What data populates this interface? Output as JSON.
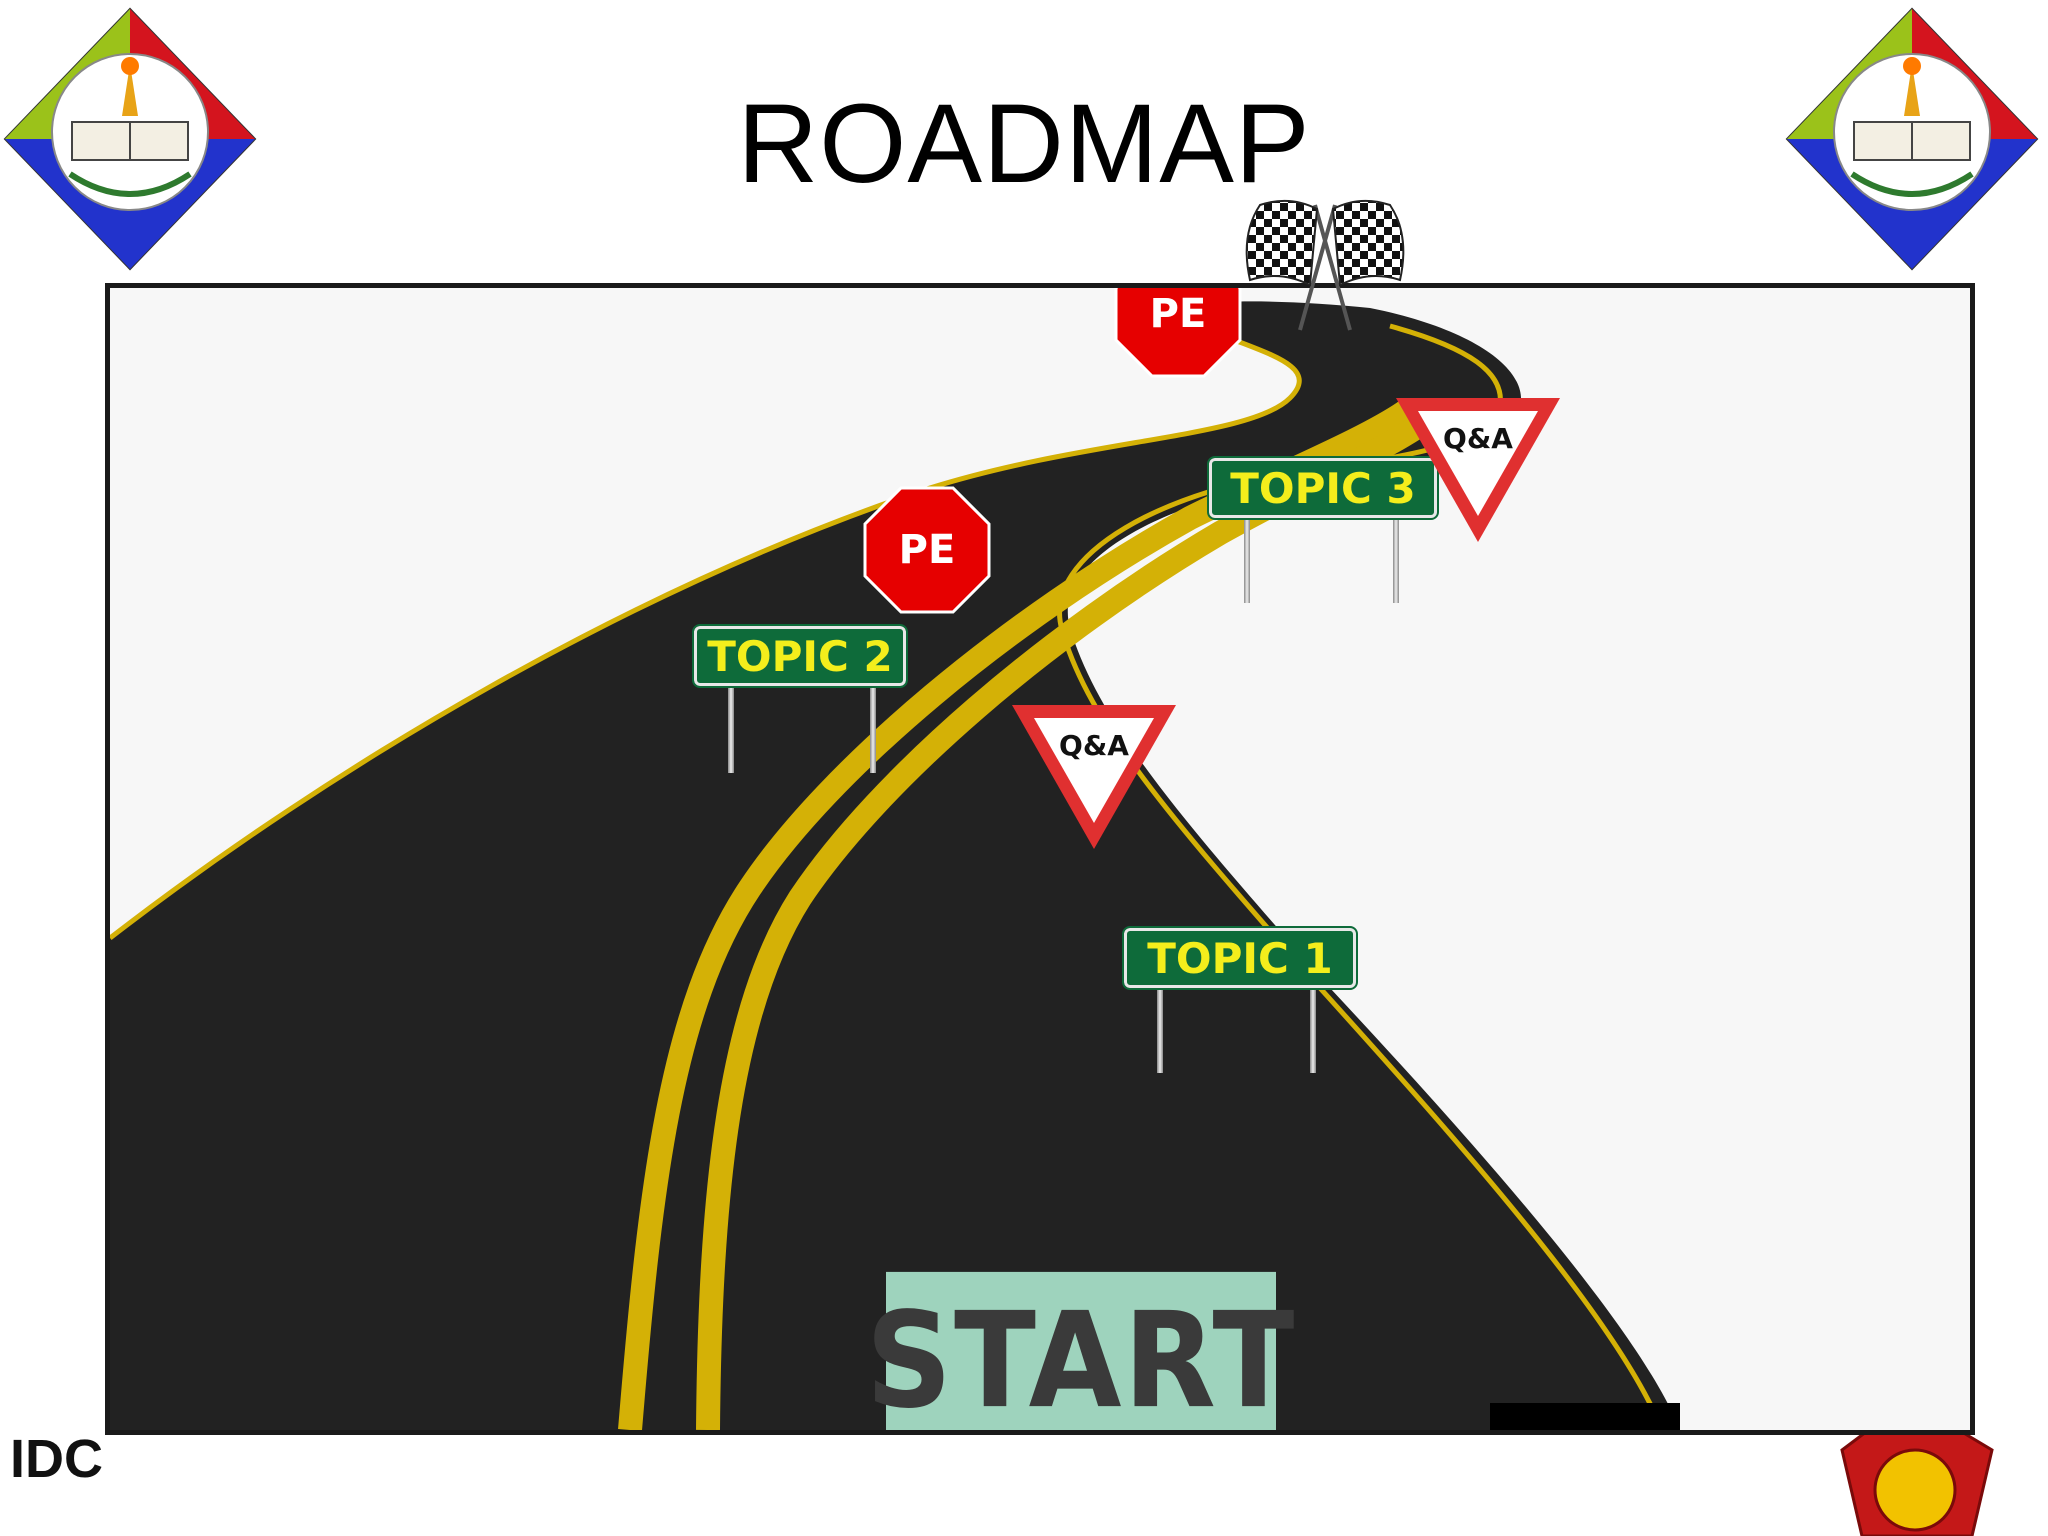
{
  "slide": {
    "title": "ROADMAP",
    "footer_label": "IDC"
  },
  "signs": {
    "topic1": "TOPIC 1",
    "topic2": "TOPIC 2",
    "topic3": "TOPIC 3",
    "pe_upper": "PE",
    "pe_lower": "PE",
    "qa_upper": "Q&A",
    "qa_lower": "Q&A",
    "start": "START"
  },
  "colors": {
    "road": "#222222",
    "lane_line": "#d4b106",
    "sign_green": "#0e6b3a",
    "sign_text": "#f4ee1c",
    "stop_red": "#e60000",
    "yield_red": "#e03030"
  },
  "icons": [
    "pnp-training-service-logo",
    "checkered-flags-icon",
    "stop-sign-icon",
    "yield-sign-icon"
  ]
}
